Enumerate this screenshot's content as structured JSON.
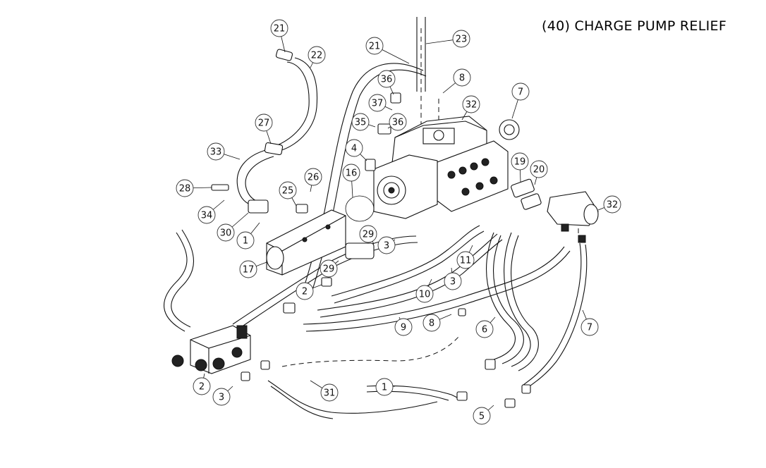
{
  "title": "(40) CHARGE PUMP RELIEF",
  "callouts": [
    "21",
    "23",
    "22",
    "21",
    "8",
    "36",
    "37",
    "36",
    "35",
    "4",
    "7",
    "32",
    "27",
    "33",
    "28",
    "34",
    "30",
    "1",
    "26",
    "25",
    "16",
    "19",
    "20",
    "32",
    "29",
    "17",
    "29",
    "3",
    "2",
    "11",
    "10",
    "3",
    "9",
    "8",
    "6",
    "7",
    "2",
    "3",
    "31",
    "1",
    "5"
  ]
}
